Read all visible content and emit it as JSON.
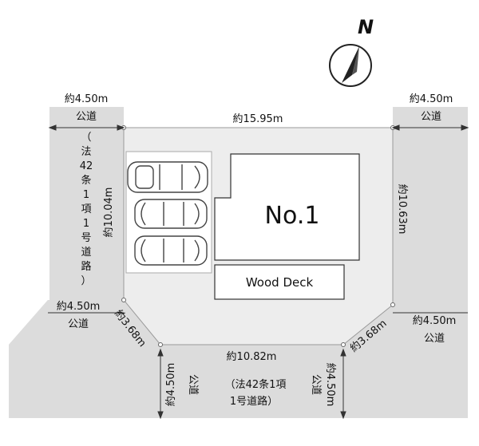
{
  "compass": {
    "north_label": "N"
  },
  "roads": {
    "top_left": {
      "width": "約4.50m",
      "kind": "公道"
    },
    "top_right": {
      "width": "約4.50m",
      "kind": "公道"
    },
    "mid_left": {
      "width": "約4.50m",
      "kind": "公道"
    },
    "mid_right": {
      "width": "約4.50m",
      "kind": "公道"
    },
    "left_vertical": [
      "法",
      "42",
      "条",
      "1",
      "項",
      "1",
      "号",
      "道",
      "路",
      "（",
      "）"
    ],
    "bottom": {
      "left_width": "約4.50m",
      "left_kind": "公道",
      "right_width": "約4.50m",
      "right_kind": "公道",
      "note_line1": "（法42条1項",
      "note_line2": "1号道路）"
    }
  },
  "lot": {
    "top_length": "約15.95m",
    "left_length": "約10.04m",
    "right_length": "約10.63m",
    "bottom_length": "約10.82m",
    "corner_left": "約3.68m",
    "corner_right": "約3.68m"
  },
  "building": {
    "name": "No.1",
    "deck": "Wood Deck"
  },
  "colors": {
    "road": "#dcdcdc",
    "lot": "#ededed",
    "line": "#9a9a9a",
    "car_stroke": "#444444"
  }
}
